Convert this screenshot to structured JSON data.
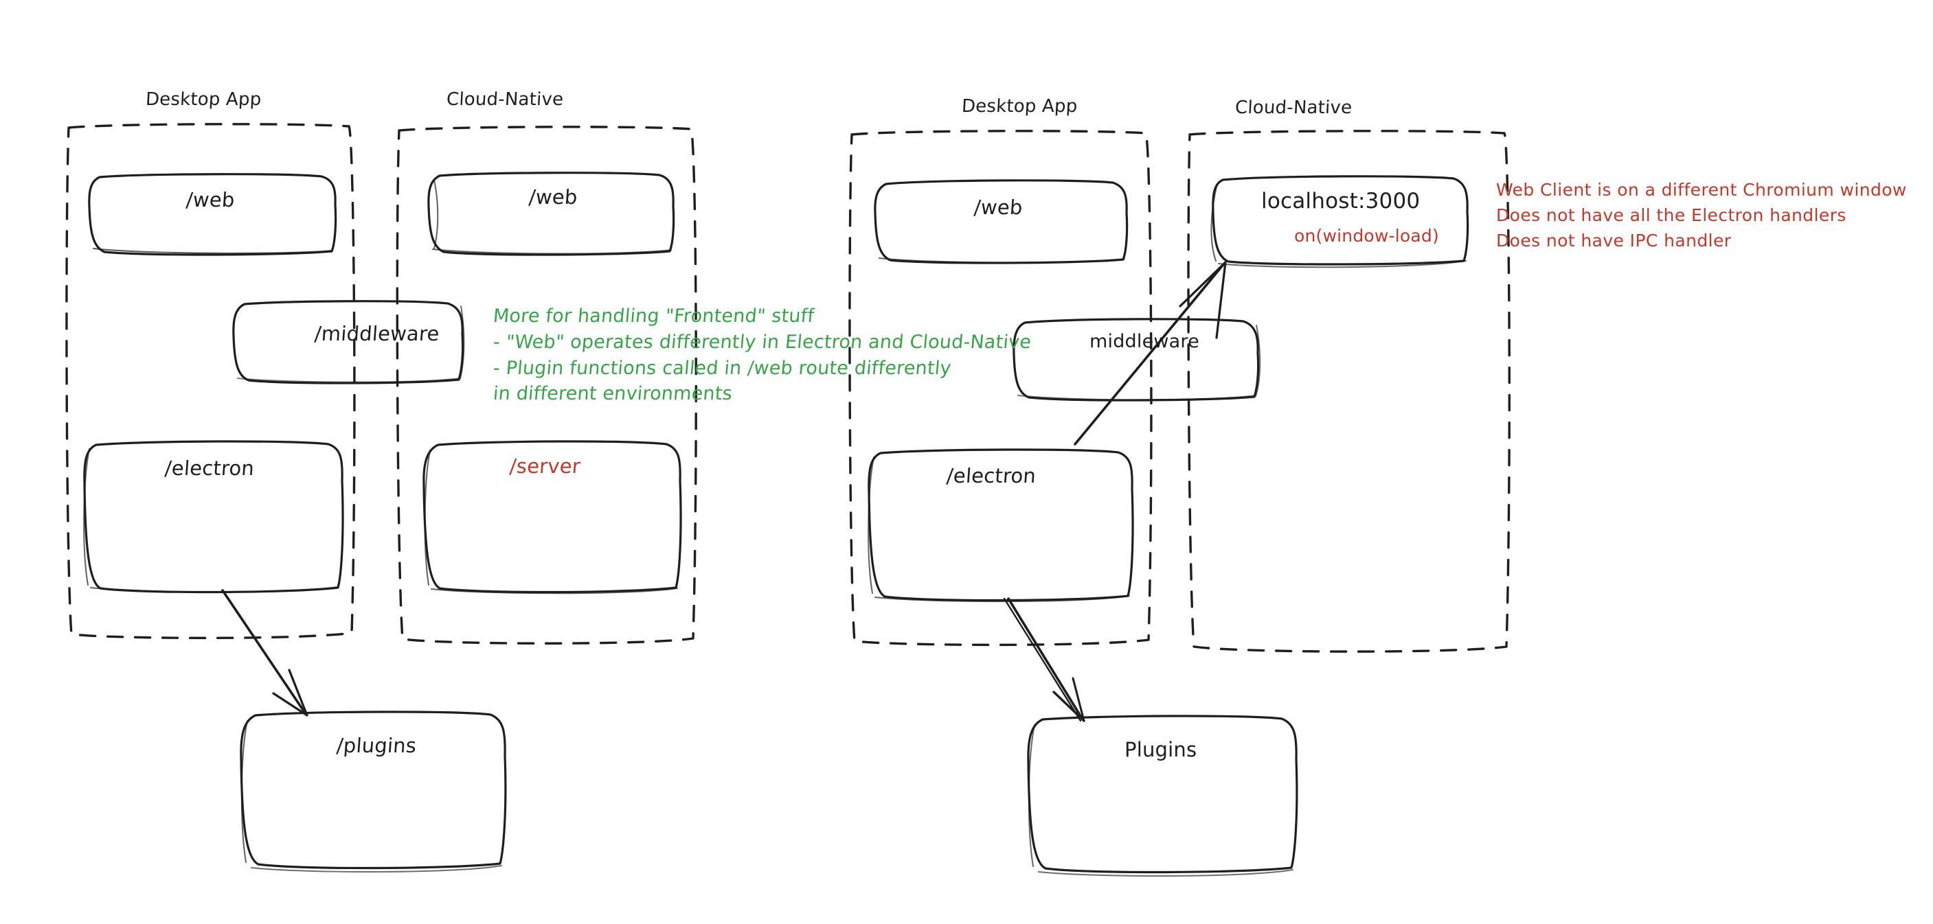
{
  "meta": {
    "title": "Electron Desktop App vs Cloud-Native architecture sketch",
    "style": "hand-drawn whiteboard diagram",
    "background": "#ffffff"
  },
  "colors": {
    "ink": "#1e1e1e",
    "green": "#38a349",
    "red": "#c0392b"
  },
  "left_cluster": {
    "groups": [
      {
        "id": "left-desktop-app",
        "label": "Desktop App"
      },
      {
        "id": "left-cloud-native",
        "label": "Cloud-Native"
      }
    ],
    "nodes": [
      {
        "id": "left-desktop-web",
        "label": "/web",
        "color": "ink"
      },
      {
        "id": "left-cloud-web",
        "label": "/web",
        "color": "ink"
      },
      {
        "id": "left-middleware",
        "label": "/middleware",
        "color": "ink"
      },
      {
        "id": "left-electron",
        "label": "/electron",
        "color": "ink"
      },
      {
        "id": "left-server",
        "label": "/server",
        "color": "red"
      },
      {
        "id": "left-plugins",
        "label": "/plugins",
        "color": "ink"
      }
    ],
    "annotation_green": {
      "lines": [
        "More for handling \"Frontend\" stuff",
        "- \"Web\" operates differently in Electron and Cloud-Native",
        "- Plugin functions called in /web route differently",
        "in different environments"
      ]
    },
    "arrows": [
      {
        "id": "left-electron-to-plugins",
        "from": "left-electron",
        "to": "left-plugins"
      }
    ]
  },
  "right_cluster": {
    "groups": [
      {
        "id": "right-desktop-app",
        "label": "Desktop App"
      },
      {
        "id": "right-cloud-native",
        "label": "Cloud-Native"
      }
    ],
    "nodes": [
      {
        "id": "right-desktop-web",
        "label": "/web",
        "color": "ink"
      },
      {
        "id": "right-localhost",
        "label": "localhost:3000",
        "sublabel": "on(window-load)",
        "color": "ink",
        "sublabel_color": "red"
      },
      {
        "id": "right-middleware",
        "label": "middleware",
        "color": "ink"
      },
      {
        "id": "right-electron",
        "label": "/electron",
        "color": "ink"
      },
      {
        "id": "right-plugins",
        "label": "Plugins",
        "color": "ink"
      }
    ],
    "annotation_red": {
      "lines": [
        "Web Client is on a different Chromium window",
        "Does not have all the Electron handlers",
        "Does not have IPC handler"
      ]
    },
    "arrows": [
      {
        "id": "right-electron-to-localhost",
        "from": "right-electron",
        "to": "right-localhost"
      },
      {
        "id": "right-electron-to-plugins",
        "from": "right-electron",
        "to": "right-plugins"
      }
    ]
  }
}
